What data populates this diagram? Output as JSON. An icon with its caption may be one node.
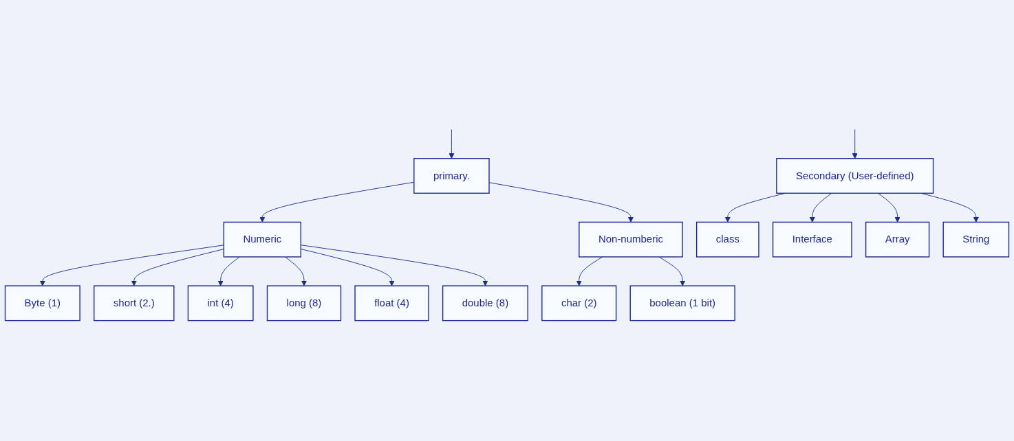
{
  "diagram": {
    "nodes": [
      {
        "text": [
          "primary."
        ]
      },
      {
        "text": [
          "Secondary (User-defined)"
        ]
      },
      {
        "text": [
          "Numeric"
        ]
      },
      {
        "text": [
          "Non-numberic"
        ]
      },
      {
        "text": [
          "Byte (1)"
        ]
      },
      {
        "text": [
          "short (2.)"
        ]
      },
      {
        "text": [
          "int (4)"
        ]
      },
      {
        "text": [
          "long (8)"
        ]
      },
      {
        "text": [
          "float (4)"
        ]
      },
      {
        "text": [
          "double (8)"
        ]
      },
      {
        "text": [
          "char (2)"
        ]
      },
      {
        "text": [
          "boolean (1 bit)"
        ]
      },
      {
        "text": [
          "class"
        ]
      },
      {
        "text": [
          "Interface"
        ]
      },
      {
        "text": [
          "Array"
        ]
      },
      {
        "text": [
          "String"
        ]
      }
    ],
    "edges": [
      {
        "from": null,
        "to": 0,
        "arrow": "to"
      },
      {
        "from": null,
        "to": 1,
        "arrow": "to"
      },
      {
        "from": 0,
        "to": 2,
        "arrow": "to"
      },
      {
        "from": 0,
        "to": 3,
        "arrow": "to"
      },
      {
        "from": 2,
        "to": 4,
        "arrow": "to"
      },
      {
        "from": 2,
        "to": 5,
        "arrow": "to"
      },
      {
        "from": 2,
        "to": 6,
        "arrow": "to"
      },
      {
        "from": 2,
        "to": 7,
        "arrow": "to"
      },
      {
        "from": 2,
        "to": 8,
        "arrow": "to"
      },
      {
        "from": 2,
        "to": 9,
        "arrow": "to"
      },
      {
        "from": 3,
        "to": 10,
        "arrow": "to"
      },
      {
        "from": 3,
        "to": 11,
        "arrow": "to"
      },
      {
        "from": 1,
        "to": 12,
        "arrow": "to"
      },
      {
        "from": 1,
        "to": 13,
        "arrow": "to"
      },
      {
        "from": 1,
        "to": 14,
        "arrow": "to"
      },
      {
        "from": 1,
        "to": 15,
        "arrow": "to"
      }
    ]
  }
}
